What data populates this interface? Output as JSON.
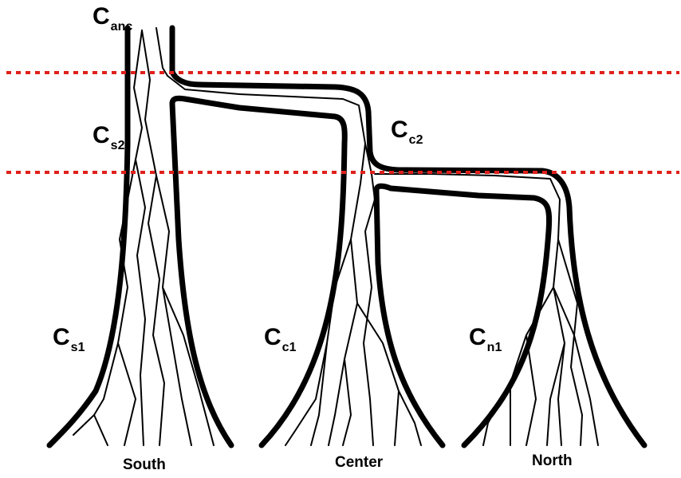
{
  "labels": {
    "c_anc": {
      "main": "C",
      "sub": "anc"
    },
    "c_s2": {
      "main": "C",
      "sub": "s2"
    },
    "c_c2": {
      "main": "C",
      "sub": "c2"
    },
    "c_s1": {
      "main": "C",
      "sub": "s1"
    },
    "c_c1": {
      "main": "C",
      "sub": "c1"
    },
    "c_n1": {
      "main": "C",
      "sub": "n1"
    }
  },
  "populations": {
    "south": "South",
    "center": "Center",
    "north": "North"
  },
  "colors": {
    "outline": "#000000",
    "lineage": "#000000",
    "time_marker": "#e0201b",
    "background": "#ffffff"
  }
}
